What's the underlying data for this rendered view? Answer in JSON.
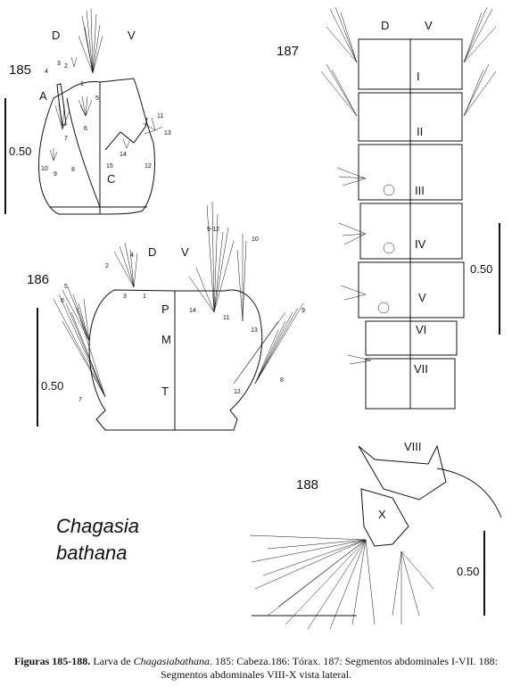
{
  "figures": {
    "fig185": {
      "number": "185",
      "labels": {
        "dorsal": "D",
        "ventral": "V",
        "antenna": "A",
        "clypeus": "C"
      },
      "scale": "0.50",
      "setae": [
        "1",
        "2",
        "3",
        "4",
        "5",
        "6",
        "7",
        "8",
        "9",
        "10",
        "11",
        "12",
        "13",
        "14",
        "15"
      ]
    },
    "fig186": {
      "number": "186",
      "labels": {
        "dorsal": "D",
        "ventral": "V",
        "prothorax": "P",
        "mesothorax": "M",
        "metathorax": "T"
      },
      "scale": "0.50",
      "tuft_label": "9-12",
      "setae": [
        "1",
        "2",
        "3",
        "4",
        "5",
        "6",
        "7",
        "8",
        "9",
        "10",
        "11",
        "12",
        "13",
        "14"
      ]
    },
    "fig187": {
      "number": "187",
      "labels": {
        "dorsal": "D",
        "ventral": "V"
      },
      "segments": [
        "I",
        "II",
        "III",
        "IV",
        "V",
        "VI",
        "VII"
      ],
      "scale": "0.50"
    },
    "fig188": {
      "number": "188",
      "labels": {
        "segment_viii": "VIII",
        "segment_x": "X"
      },
      "scale": "0.50"
    }
  },
  "species": {
    "line1": "Chagasia",
    "line2": "bathana"
  },
  "caption": {
    "bold": "Figuras 185-188.",
    "part1": " Larva de ",
    "italic": "Chagasiabathana",
    "part2": ". 185: Cabeza.186: Tórax. 187: Segmentos abdominales I-VII. 188: Segmentos abdominales VIII-X vista lateral."
  }
}
